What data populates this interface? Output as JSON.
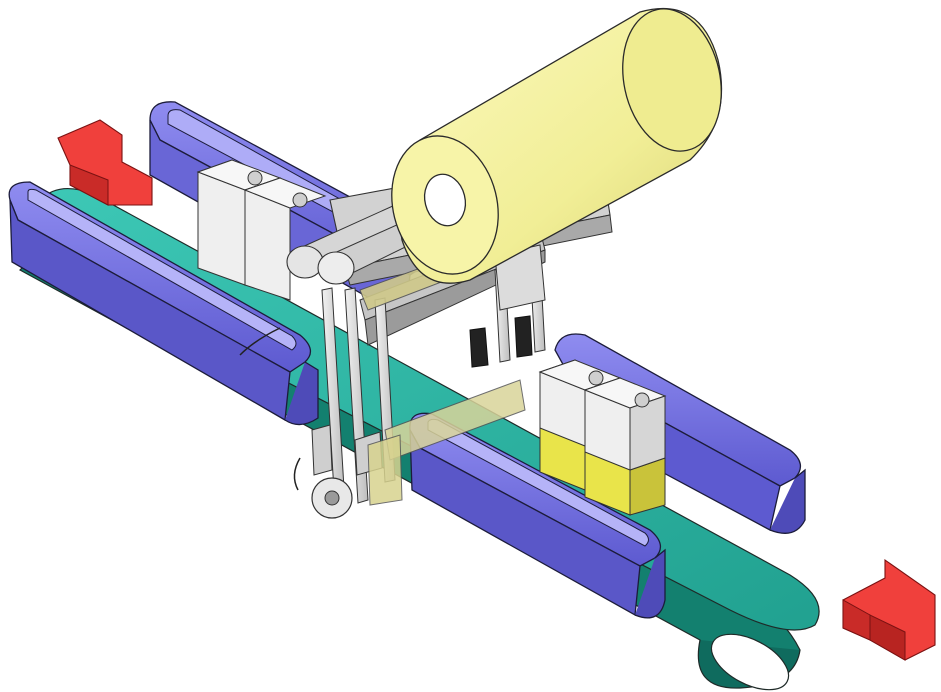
{
  "figure": {
    "kind": "3D CAD illustration of a labeling / tape-wrapping machine over a conveyor",
    "colors": {
      "background": "#ffffff",
      "conveyor_belt": "#2fb8a8",
      "conveyor_belt_dark": "#13806f",
      "side_guides": "#7c78e0",
      "side_guides_dark": "#4e4bb8",
      "roll": "#f4f29a",
      "roll_shadow": "#d9d27a",
      "metal_light": "#e6e6e6",
      "metal": "#c9c9c9",
      "metal_dark": "#8e8e8e",
      "product_box": "#ececec",
      "product_label_band": "#e9e44a",
      "tape": "#cfc98a",
      "arrow": "#f0403c",
      "arrow_dark": "#b82421",
      "outline": "#2a2a2a"
    },
    "arrows": [
      {
        "role": "inlet-flow-arrow",
        "direction": "in"
      },
      {
        "role": "outlet-flow-arrow",
        "direction": "out"
      }
    ]
  }
}
